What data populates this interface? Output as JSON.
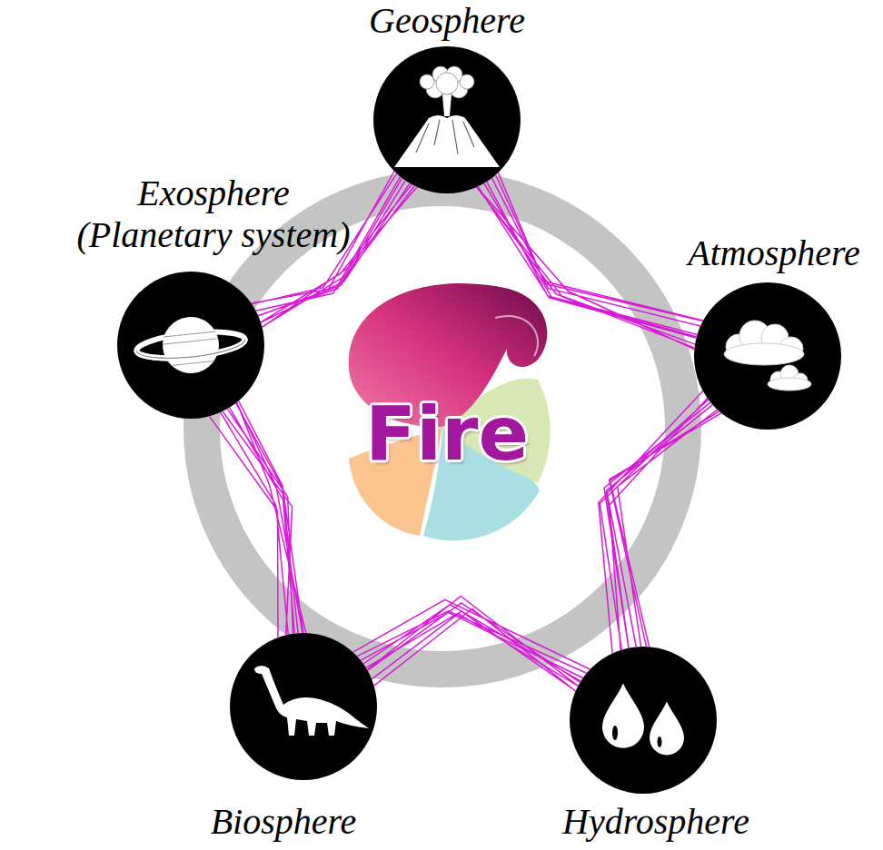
{
  "diagram": {
    "nodes": [
      {
        "text": [
          "Geosphere"
        ]
      },
      {
        "text": [
          "Exosphere (Planetary system)"
        ]
      },
      {
        "text": [
          "Atmosphere"
        ]
      },
      {
        "text": [
          "Fire"
        ]
      },
      {
        "text": [
          "Biosphere"
        ]
      },
      {
        "text": [
          "Hydrosphere"
        ]
      }
    ],
    "edges": [
      {
        "from": 0,
        "to": 2,
        "arrow": "none"
      },
      {
        "from": 2,
        "to": 5,
        "arrow": "none"
      },
      {
        "from": 5,
        "to": 4,
        "arrow": "none"
      },
      {
        "from": 4,
        "to": 1,
        "arrow": "none"
      },
      {
        "from": 1,
        "to": 0,
        "arrow": "none"
      }
    ]
  }
}
